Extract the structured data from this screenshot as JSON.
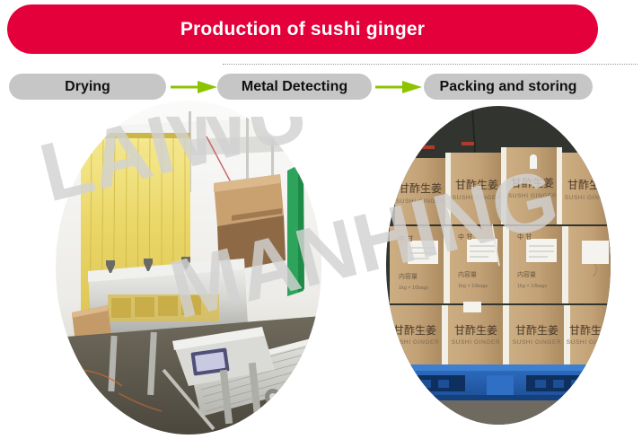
{
  "banner": {
    "title": "Production of sushi ginger",
    "background_color": "#e4003a",
    "text_color": "#ffffff"
  },
  "process_flow": {
    "arrow_color": "#8cc400",
    "pill_color": "#c6c6c6",
    "steps": [
      {
        "label": "Drying"
      },
      {
        "label": "Metal Detecting"
      },
      {
        "label": "Packing and storing"
      }
    ],
    "arrows": [
      {
        "name": "arrow-drying-to-metal-detecting"
      },
      {
        "name": "arrow-metal-detecting-to-packing"
      }
    ]
  },
  "watermark": {
    "line1": "LAIWU",
    "line2": "MANHING",
    "color": "#d0d0d0"
  },
  "photos": [
    {
      "name": "photo-drying-metal-detecting-line",
      "caption": "Stainless steel conveyor line with yellow PVC strip curtain and metal detector",
      "shape": "oval"
    },
    {
      "name": "photo-packing-storing-warehouse",
      "caption": "Stacked cartons on blue plastic pallet in storage",
      "shape": "oval"
    }
  ],
  "carton_label": {
    "chinese": "甘酢生姜",
    "english": "SUSHI GINGER",
    "inner_label_chinese": "内容量",
    "inner_label_weight": "1kg × 10bags"
  }
}
